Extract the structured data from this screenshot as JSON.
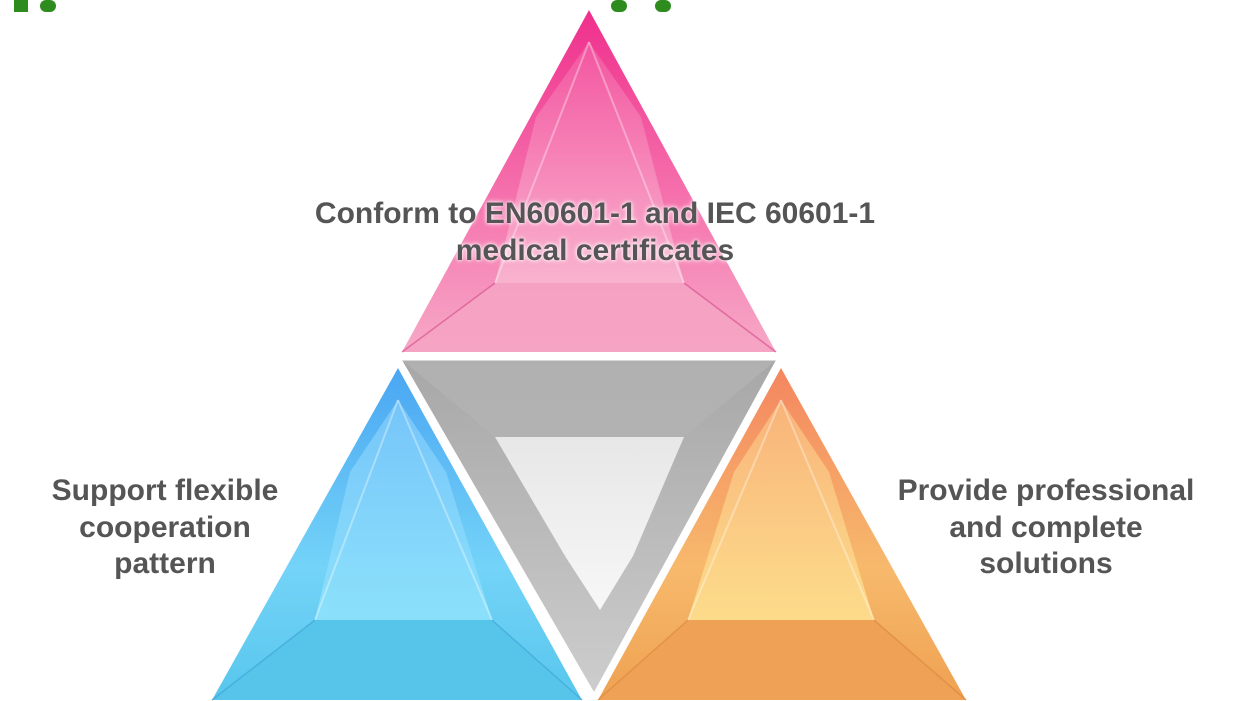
{
  "colors": {
    "title_green": "#2e8b1e",
    "label_text": "#555555",
    "top_segment": "#f0569a",
    "left_segment": "#5ab8ea",
    "right_segment": "#f3a55c",
    "center_segment": "#b9b9b9"
  },
  "segments": {
    "top": {
      "label_lines": [
        "Conform to EN60601-1 and IEC 60601-1",
        "medical certificates"
      ]
    },
    "left": {
      "label_lines": [
        "Support flexible",
        "cooperation",
        "pattern"
      ]
    },
    "right": {
      "label_lines": [
        "Provide professional",
        "and complete",
        "solutions"
      ]
    }
  }
}
